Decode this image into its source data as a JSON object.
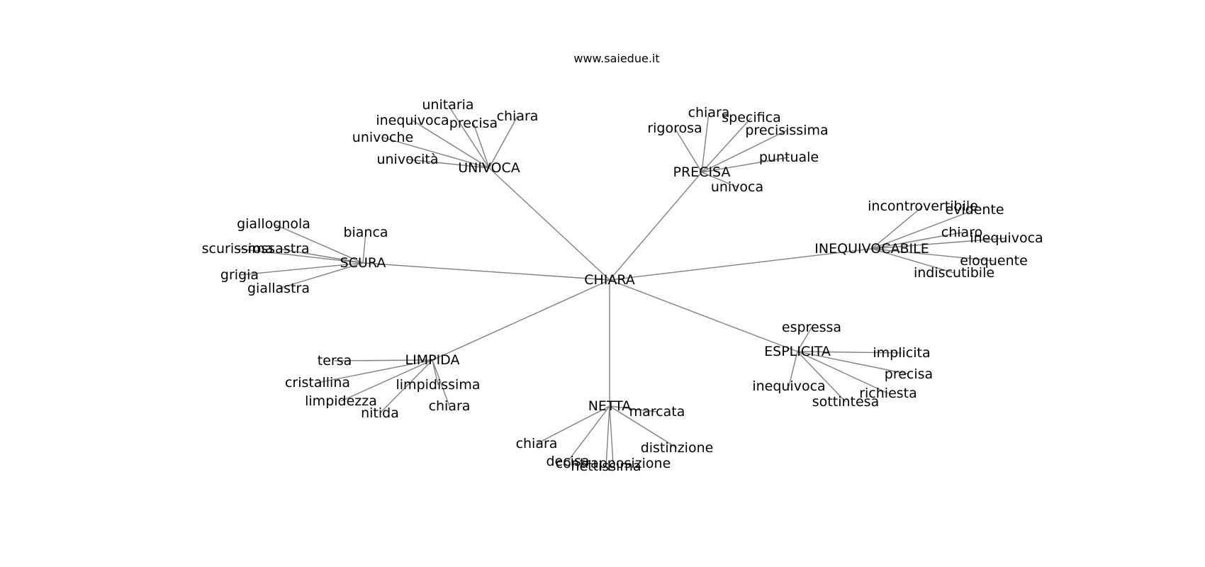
{
  "site": "www.saiedue.it",
  "center": "CHIARA",
  "groups": [
    {
      "name": "UNIVOCA",
      "leaves": [
        "unitaria",
        "inequivoca",
        "precisa",
        "chiara",
        "univoche",
        "univocità"
      ]
    },
    {
      "name": "PRECISA",
      "leaves": [
        "chiara",
        "rigorosa",
        "specifica",
        "precisissima",
        "puntuale",
        "univoca"
      ]
    },
    {
      "name": "SCURA",
      "leaves": [
        "giallognola",
        "bianca",
        "scurissima",
        "rossastra",
        "grigia",
        "giallastra"
      ]
    },
    {
      "name": "INEQUIVOCABILE",
      "leaves": [
        "incontrovertibile",
        "evidente",
        "chiaro",
        "inequivoca",
        "eloquente",
        "indiscutibile"
      ]
    },
    {
      "name": "LIMPIDA",
      "leaves": [
        "tersa",
        "cristallina",
        "limpidissima",
        "limpidezza",
        "nitida",
        "chiara"
      ]
    },
    {
      "name": "ESPLICITA",
      "leaves": [
        "espressa",
        "implicita",
        "precisa",
        "inequivoca",
        "richiesta",
        "sottintesa"
      ]
    },
    {
      "name": "NETTA",
      "leaves": [
        "marcata",
        "chiara",
        "distinzione",
        "decisa",
        "nettissima",
        "contrapposizione"
      ]
    }
  ]
}
